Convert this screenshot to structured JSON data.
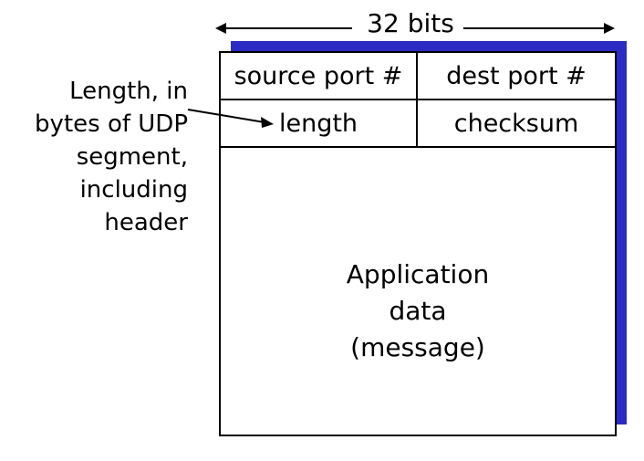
{
  "diagram": {
    "width_label": "32 bits",
    "fields": [
      {
        "left": "source port #",
        "right": "dest port #"
      },
      {
        "left": "length",
        "right": "checksum"
      }
    ],
    "payload": [
      "Application",
      "data",
      "(message)"
    ],
    "annotation": [
      "Length, in",
      "bytes of UDP",
      "segment,",
      "including",
      "header"
    ],
    "colors": {
      "shadow": "#2b2bc4",
      "line": "#000000"
    }
  }
}
